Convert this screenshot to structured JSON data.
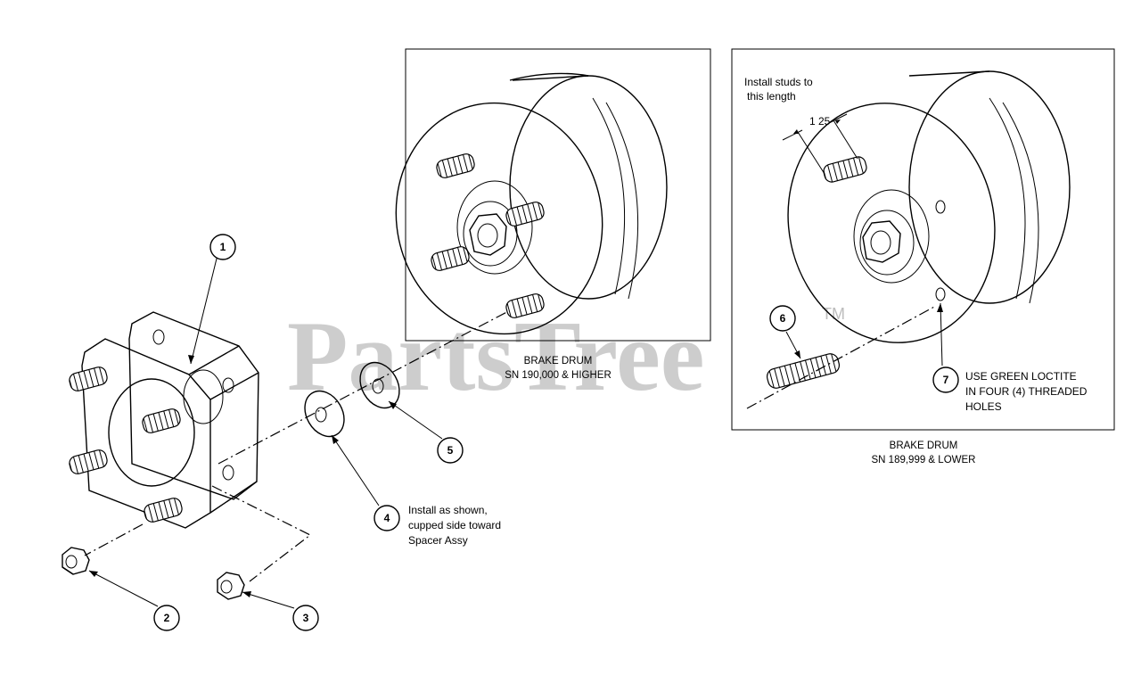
{
  "watermark": {
    "text": "PartsTree",
    "trademark": "TM"
  },
  "callouts": [
    {
      "id": "callout-1",
      "number": "1"
    },
    {
      "id": "callout-2",
      "number": "2"
    },
    {
      "id": "callout-3",
      "number": "3"
    },
    {
      "id": "callout-4",
      "number": "4"
    },
    {
      "id": "callout-5",
      "number": "5"
    },
    {
      "id": "callout-6",
      "number": "6"
    },
    {
      "id": "callout-7",
      "number": "7"
    }
  ],
  "notes": {
    "install_shown": [
      "Install as shown,",
      "cupped side toward",
      "Spacer Assy"
    ],
    "install_studs": [
      "Install studs to",
      "this length"
    ],
    "stud_length": "1 25",
    "loctite": [
      "USE GREEN LOCTITE",
      "IN FOUR (4) THREADED",
      "HOLES"
    ]
  },
  "panels": {
    "upper": {
      "caption_line1": "BRAKE DRUM",
      "caption_line2": "SN 190,000 & HIGHER"
    },
    "lower": {
      "caption_line1": "BRAKE DRUM",
      "caption_line2": "SN 189,999 & LOWER"
    }
  },
  "colors": {
    "line": "#000000",
    "watermark": "#bdbdbd",
    "background": "#ffffff"
  }
}
